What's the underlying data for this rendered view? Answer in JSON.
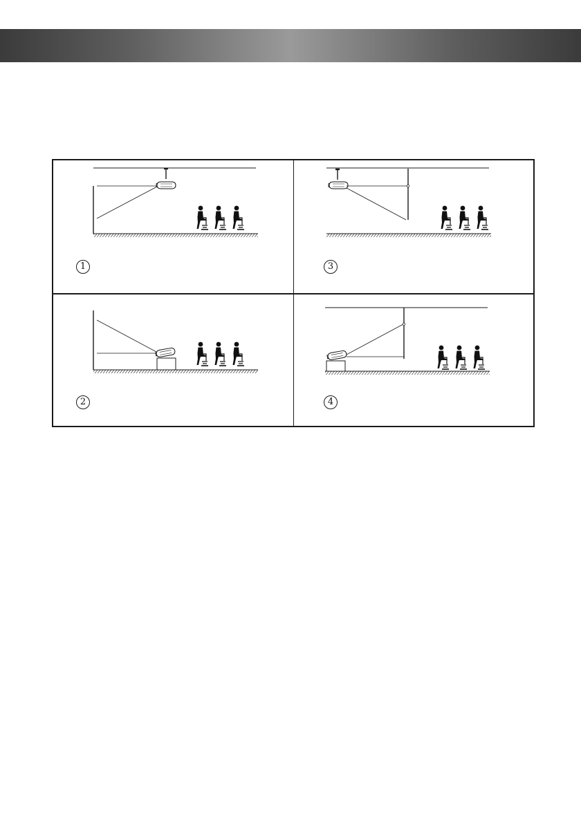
{
  "page": {
    "header_color_edge": "#3b3b3b",
    "header_color_center": "#9a9a9a",
    "line_color": "#1a1a1a"
  },
  "panels": [
    {
      "id": "front-ceiling",
      "number": "1",
      "icon": "ceiling-projector-icon",
      "mount": "ceiling",
      "side": "front"
    },
    {
      "id": "rear-ceiling",
      "number": "3",
      "icon": "ceiling-projector-icon",
      "mount": "ceiling",
      "side": "rear"
    },
    {
      "id": "front-table",
      "number": "2",
      "icon": "table-projector-icon",
      "mount": "table",
      "side": "front"
    },
    {
      "id": "rear-table",
      "number": "4",
      "icon": "table-projector-icon",
      "mount": "table",
      "side": "rear"
    }
  ]
}
